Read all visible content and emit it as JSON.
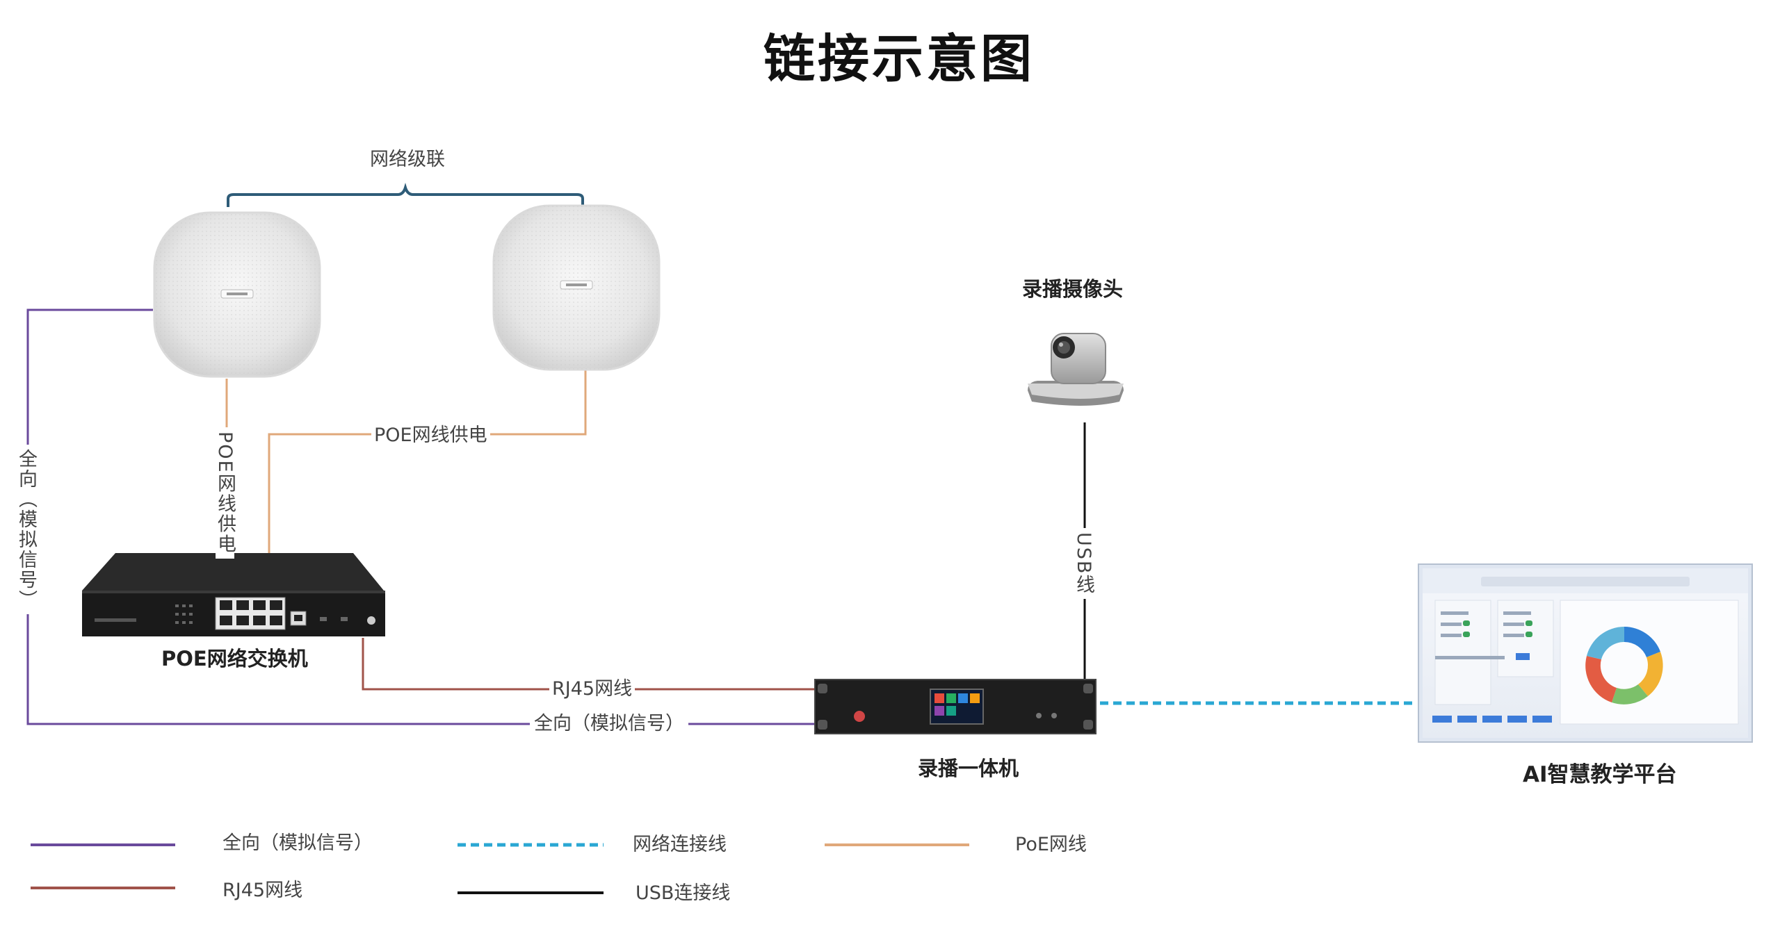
{
  "title": "链接示意图",
  "labels": {
    "network_cascade": "网络级联",
    "poe_power_h": "POE网线供电",
    "poe_power_v": "POE网线供电",
    "omni_v": "全向（模拟信号）",
    "omni_h": "全向（模拟信号）",
    "rj45": "RJ45网线",
    "usb_v": "USB线"
  },
  "nodes": {
    "camera": "录播摄像头",
    "switch": "POE网络交换机",
    "recorder": "录播一体机",
    "platform": "AI智慧教学平台"
  },
  "legend": [
    {
      "label": "全向（模拟信号）",
      "color": "#6a4a9c",
      "style": "solid"
    },
    {
      "label": "网络连接线",
      "color": "#2aa7d3",
      "style": "dashed"
    },
    {
      "label": "PoE网线",
      "color": "#e0a87a",
      "style": "solid"
    },
    {
      "label": "RJ45网线",
      "color": "#a0534a",
      "style": "solid"
    },
    {
      "label": "USB连接线",
      "color": "#111111",
      "style": "solid"
    }
  ],
  "colors": {
    "omni": "#6a4a9c",
    "network": "#2aa7d3",
    "poe": "#e0a87a",
    "rj45": "#a0534a",
    "usb": "#111111",
    "bracket": "#2e5c78"
  }
}
